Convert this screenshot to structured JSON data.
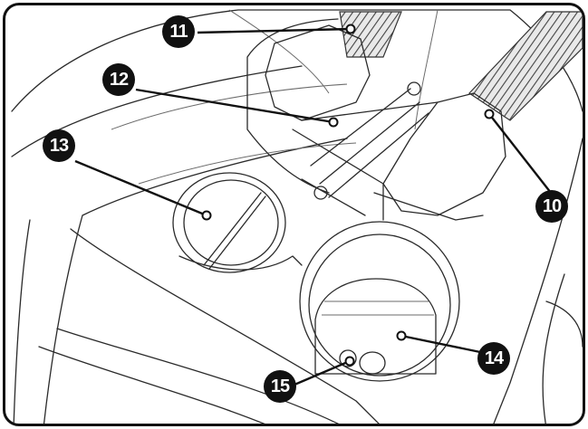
{
  "callouts": [
    {
      "id": "c10",
      "label": "10"
    },
    {
      "id": "c11",
      "label": "11"
    },
    {
      "id": "c12",
      "label": "12"
    },
    {
      "id": "c13",
      "label": "13"
    },
    {
      "id": "c14",
      "label": "14"
    },
    {
      "id": "c15",
      "label": "15"
    }
  ]
}
